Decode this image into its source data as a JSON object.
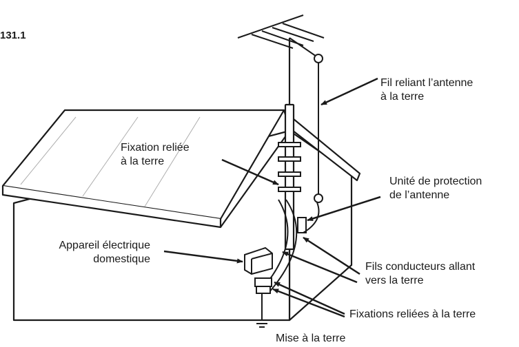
{
  "figure": {
    "number": "131.1"
  },
  "labels": {
    "antenna_ground_wire": [
      "Fil reliant l’antenne",
      "à la terre"
    ],
    "grounded_bracket": [
      "Fixation reliée",
      "à la terre"
    ],
    "antenna_protection_unit": [
      "Unité de protection",
      "de l’antenne"
    ],
    "appliance": [
      "Appareil électrique",
      "domestique"
    ],
    "ground_conductors": [
      "Fils conducteurs allant",
      "vers la terre"
    ],
    "ground_clamps": "Fixations reliées à la terre",
    "earth_ground": "Mise à la terre"
  }
}
